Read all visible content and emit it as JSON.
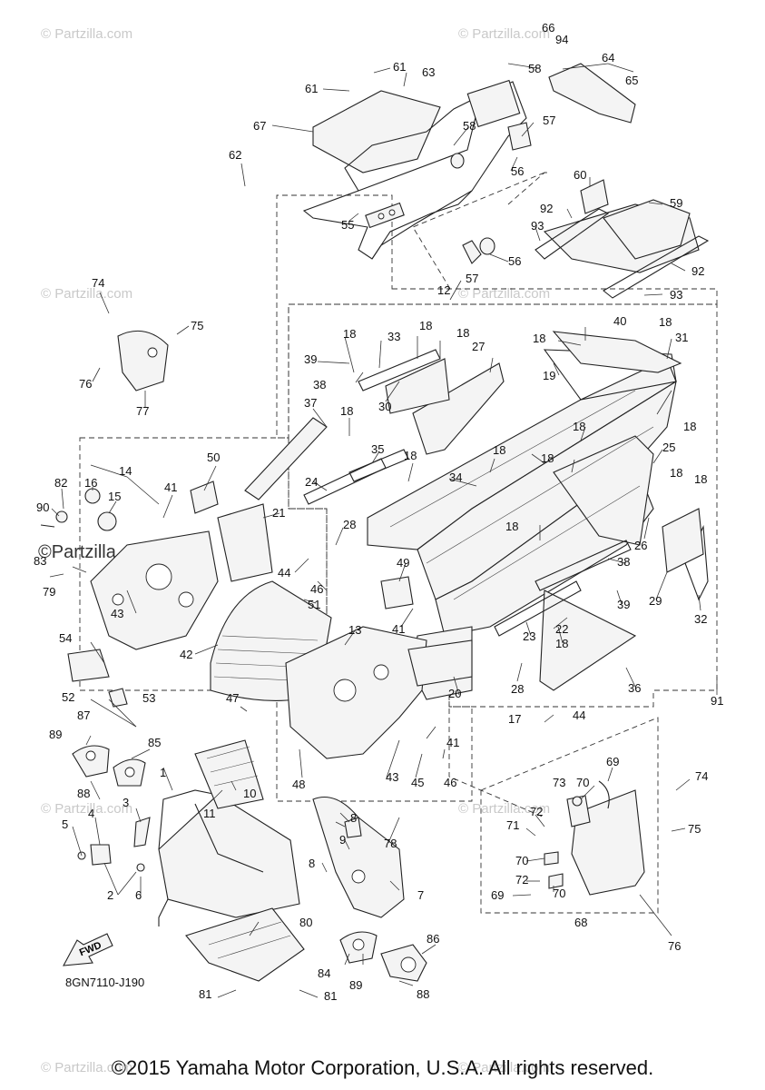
{
  "watermark": "© Partzilla.com",
  "watermark_prominent": "©Partzilla.com",
  "diagram_code": "8GN7110-J190",
  "fwd_label": "FWD",
  "copyright": "©2015 Yamaha Motor Corporation, U.S.A. All rights reserved.",
  "callouts": [
    "1",
    "2",
    "3",
    "4",
    "5",
    "6",
    "7",
    "8",
    "9",
    "10",
    "11",
    "12",
    "13",
    "14",
    "15",
    "16",
    "17",
    "18",
    "19",
    "20",
    "21",
    "22",
    "23",
    "24",
    "25",
    "26",
    "27",
    "28",
    "29",
    "30",
    "31",
    "32",
    "33",
    "34",
    "35",
    "36",
    "37",
    "38",
    "39",
    "40",
    "41",
    "42",
    "43",
    "44",
    "45",
    "46",
    "47",
    "48",
    "49",
    "50",
    "51",
    "52",
    "53",
    "54",
    "55",
    "56",
    "57",
    "58",
    "59",
    "60",
    "61",
    "62",
    "63",
    "64",
    "65",
    "66",
    "67",
    "68",
    "69",
    "70",
    "71",
    "72",
    "73",
    "74",
    "75",
    "76",
    "77",
    "78",
    "79",
    "80",
    "81",
    "82",
    "83",
    "84",
    "85",
    "86",
    "87",
    "88",
    "89",
    "90",
    "91",
    "92",
    "93",
    "94"
  ]
}
